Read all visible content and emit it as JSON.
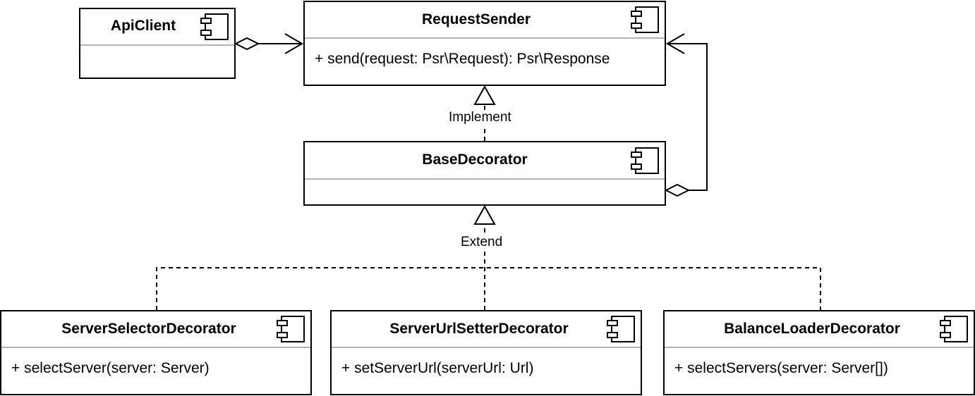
{
  "diagram": {
    "classes": {
      "api_client": {
        "name": "ApiClient",
        "members": []
      },
      "request_sender": {
        "name": "RequestSender",
        "members": [
          "+ send(request: Psr\\Request): Psr\\Response"
        ]
      },
      "base_decorator": {
        "name": "BaseDecorator",
        "members": []
      },
      "server_selector": {
        "name": "ServerSelectorDecorator",
        "members": [
          "+ selectServer(server: Server)"
        ]
      },
      "server_url_setter": {
        "name": "ServerUrlSetterDecorator",
        "members": [
          "+ setServerUrl(serverUrl: Url)"
        ]
      },
      "balance_loader": {
        "name": "BalanceLoaderDecorator",
        "members": [
          "+ selectServers(server: Server[])"
        ]
      }
    },
    "relations": [
      {
        "from": "ApiClient",
        "to": "RequestSender",
        "kind": "aggregation"
      },
      {
        "from": "BaseDecorator",
        "to": "RequestSender",
        "kind": "implementation",
        "label": "Implement"
      },
      {
        "from": "BaseDecorator",
        "to": "RequestSender",
        "kind": "aggregation"
      },
      {
        "from": "ServerSelectorDecorator",
        "to": "BaseDecorator",
        "kind": "extension",
        "label": "Extend"
      },
      {
        "from": "ServerUrlSetterDecorator",
        "to": "BaseDecorator",
        "kind": "extension",
        "label": "Extend"
      },
      {
        "from": "BalanceLoaderDecorator",
        "to": "BaseDecorator",
        "kind": "extension",
        "label": "Extend"
      }
    ],
    "icon": "component-icon"
  }
}
